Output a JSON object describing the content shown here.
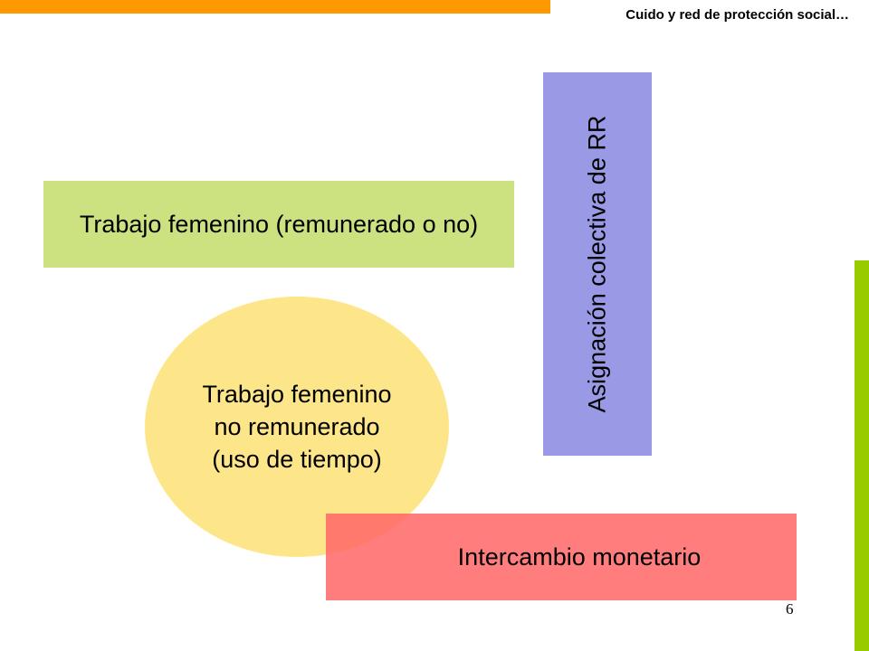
{
  "header": {
    "title": "Cuido y red de protección social…",
    "accent_color": "#ff9900",
    "side_accent_color": "#99cc00"
  },
  "diagram": {
    "green_box": {
      "label": "Trabajo femenino (remunerado o no)",
      "color": "#cce281"
    },
    "blue_box": {
      "label": "Asignación colectiva de RR",
      "color": "#9999e5"
    },
    "ellipse": {
      "lines": [
        "Trabajo femenino",
        "no remunerado",
        "(uso de tiempo)"
      ],
      "color": "#fde68a"
    },
    "red_box": {
      "label": "Intercambio monetario",
      "color": "#ff6666"
    }
  },
  "footer": {
    "page_number": "6"
  }
}
